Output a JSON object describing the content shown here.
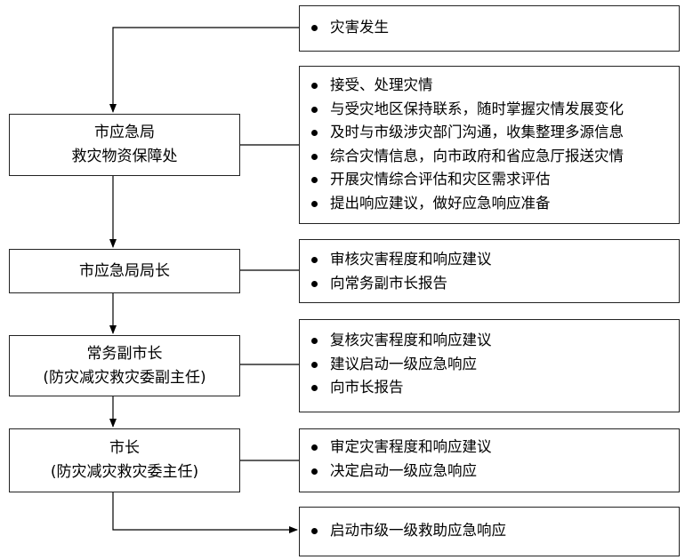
{
  "flow": {
    "start_note": {
      "items": [
        "灾害发生"
      ]
    },
    "steps": [
      {
        "title_lines": [
          "市应急局",
          "救灾物资保障处"
        ],
        "notes": [
          "接受、处理灾情",
          "与受灾地区保持联系，随时掌握灾情发展变化",
          "及时与市级涉灾部门沟通，收集整理多源信息",
          "综合灾情信息，向市政府和省应急厅报送灾情",
          "开展灾情综合评估和灾区需求评估",
          "提出响应建议，做好应急响应准备"
        ]
      },
      {
        "title_lines": [
          "市应急局局长"
        ],
        "notes": [
          "审核灾害程度和响应建议",
          "向常务副市长报告"
        ]
      },
      {
        "title_lines": [
          "常务副市长",
          "(防灾减灾救灾委副主任)"
        ],
        "notes": [
          "复核灾害程度和响应建议",
          "建议启动一级应急响应",
          "向市长报告"
        ]
      },
      {
        "title_lines": [
          "市长",
          "(防灾减灾救灾委主任)"
        ],
        "notes": [
          "审定灾害程度和响应建议",
          "决定启动一级应急响应"
        ]
      }
    ],
    "end_note": {
      "items": [
        "启动市级一级救助应急响应"
      ]
    }
  }
}
